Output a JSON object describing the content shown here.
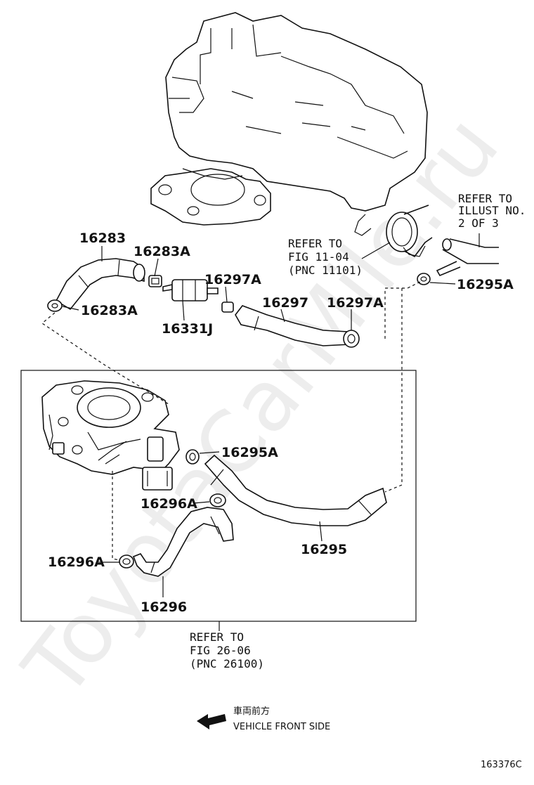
{
  "watermark": "ToyotaCarMile.ru",
  "diagram_id": "163376C",
  "direction": {
    "japanese": "車両前方",
    "english": "VEHICLE FRONT SIDE"
  },
  "references": {
    "fig_11_04": [
      "REFER TO",
      "FIG 11-04",
      "(PNC 11101)"
    ],
    "illust_2_of_3": [
      "REFER TO",
      "ILLUST NO.",
      "2 OF 3"
    ],
    "fig_26_06": [
      "REFER TO",
      "FIG 26-06",
      "(PNC 26100)"
    ]
  },
  "parts": {
    "p16283": "16283",
    "p16283A_top": "16283A",
    "p16283A_left": "16283A",
    "p16331J": "16331J",
    "p16297A_left": "16297A",
    "p16297": "16297",
    "p16297A_right": "16297A",
    "p16295A_top": "16295A",
    "p16295A_mid": "16295A",
    "p16296A_upper": "16296A",
    "p16296A_lower": "16296A",
    "p16295": "16295",
    "p16296": "16296"
  }
}
